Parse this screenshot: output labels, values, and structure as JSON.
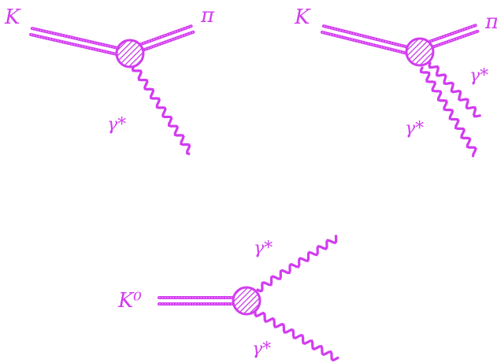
{
  "colors": {
    "ink": "#d23cf0",
    "ink_light": "#f2a8ff",
    "ink_dark": "#a020c8",
    "background": "#ffffff"
  },
  "diagrams": [
    {
      "kaon_label": "K",
      "pion_label": "π",
      "photon_labels": [
        "γ*"
      ]
    },
    {
      "kaon_label": "K",
      "pion_label": "π",
      "photon_labels": [
        "γ*",
        "γ*"
      ]
    },
    {
      "kaon_label": "K⁰",
      "photon_labels": [
        "γ*",
        "γ*"
      ]
    }
  ]
}
